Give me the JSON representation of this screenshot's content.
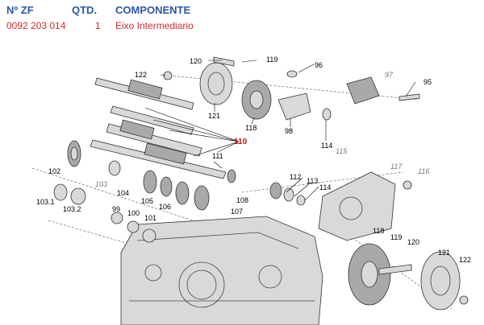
{
  "header": {
    "col_part_no": "Nº ZF",
    "col_qty": "QTD.",
    "col_component": "COMPONENTE",
    "row": {
      "part_no": "0092 203 014",
      "qty": "1",
      "component": "Eixo Intermediario"
    }
  },
  "diagram": {
    "highlight_label": "110",
    "labels": {
      "l120a": "120",
      "l119a": "119",
      "l96": "96",
      "l97": "97",
      "l95": "95",
      "l122a": "122",
      "l121a": "121",
      "l118a": "118",
      "l98": "98",
      "l114a": "114",
      "l111": "111",
      "l115": "115",
      "l117": "117",
      "l116": "116",
      "l102": "102",
      "l103": "103",
      "l103_1": "103.1",
      "l103_2": "103.2",
      "l104": "104",
      "l105": "105",
      "l106": "106",
      "l107": "107",
      "l108": "108",
      "l112": "112",
      "l113": "113",
      "l114b": "114",
      "l99": "99",
      "l100": "100",
      "l101": "101",
      "l118b": "118",
      "l119b": "119",
      "l120b": "120",
      "l121b": "121",
      "l122b": "122"
    }
  }
}
